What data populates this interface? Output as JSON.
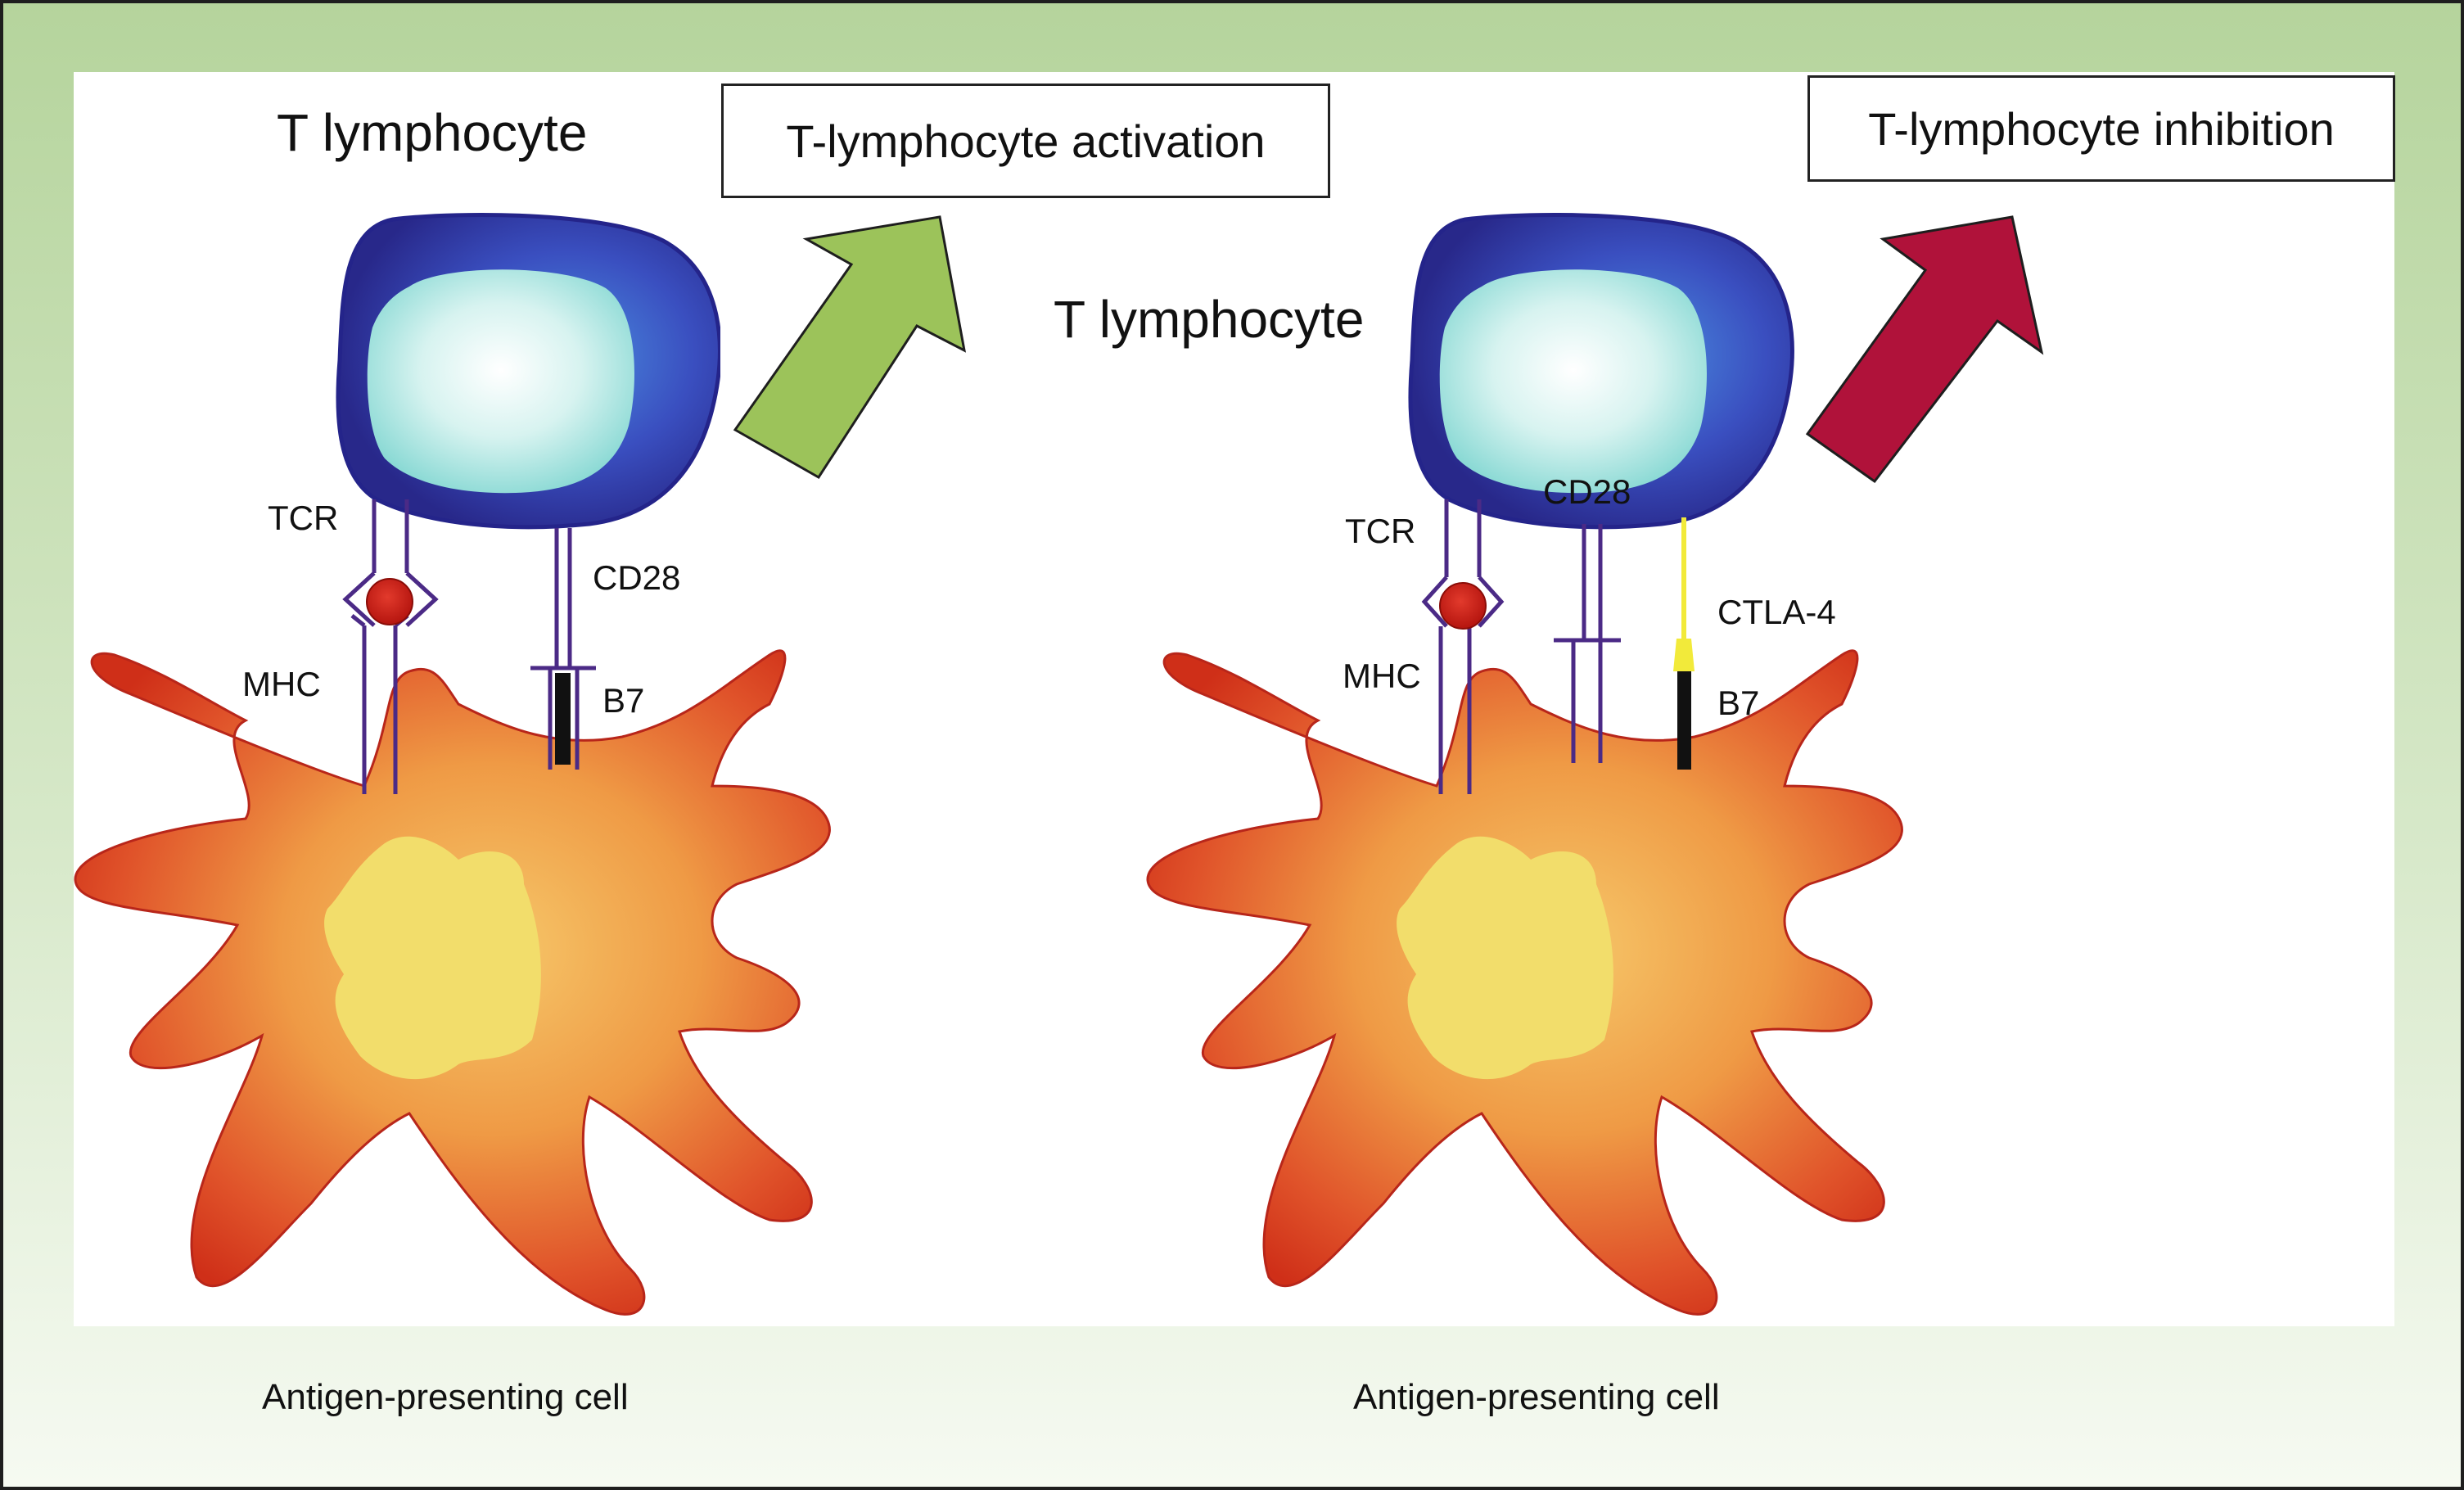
{
  "panels": {
    "left": {
      "title": "T-lymphocyte activation",
      "t_cell_label": "T lymphocyte",
      "tcr_label": "TCR",
      "mhc_label": "MHC",
      "cd28_label": "CD28",
      "b7_label": "B7",
      "apc_label": "Antigen-presenting cell"
    },
    "right": {
      "title": "T-lymphocyte inhibition",
      "t_cell_label": "T lymphocyte",
      "tcr_label": "TCR",
      "mhc_label": "MHC",
      "cd28_label": "CD28",
      "ctla4_label": "CTLA-4",
      "b7_label": "B7",
      "apc_label": "Antigen-presenting cell"
    }
  },
  "colors": {
    "frame_green": "#b9d6a2",
    "activation_arrow": "#9cc35a",
    "inhibition_arrow": "#b0123a",
    "t_cell_outer": "#2e2f9a",
    "t_cell_inner": "#9fe3df",
    "apc_outer": "#d93a1d",
    "apc_nucleus": "#f3df6a",
    "receptor": "#5a2d7a",
    "antigen": "#c8211c",
    "ctla4": "#f2ea3a",
    "b7": "#111111"
  }
}
